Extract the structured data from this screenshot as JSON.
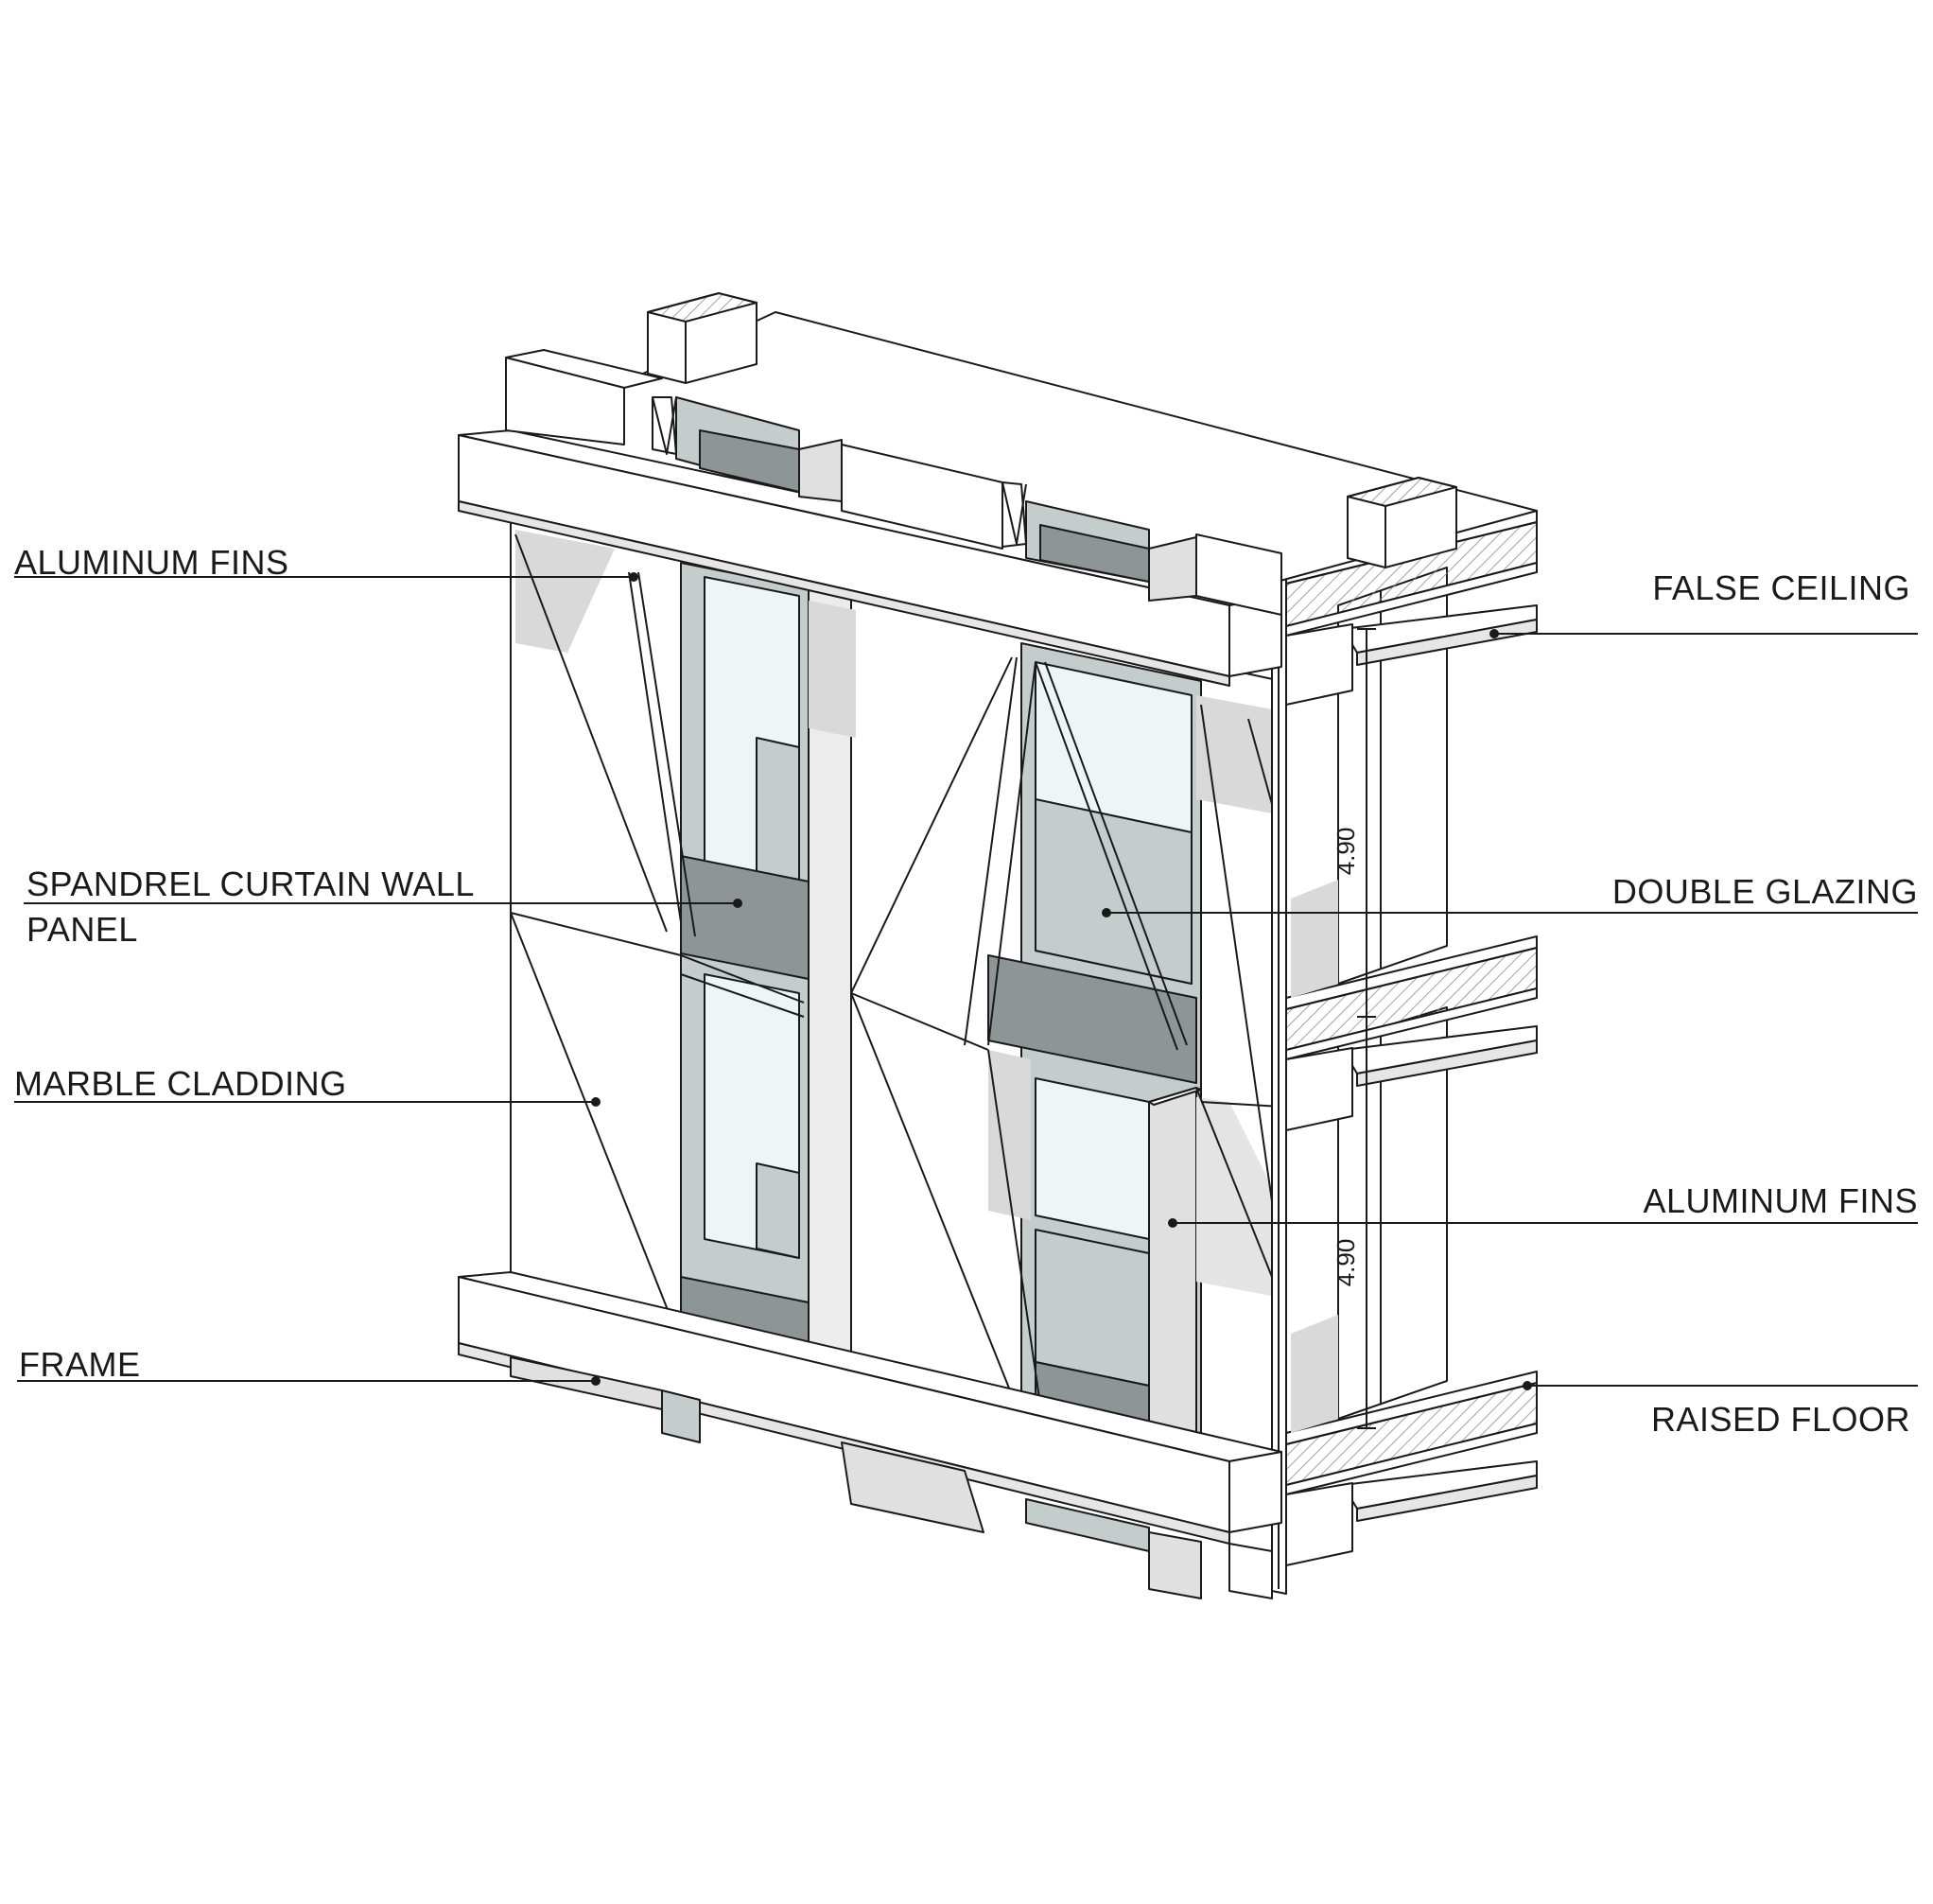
{
  "labels": {
    "aluminum_fins_left": "ALUMINUM FINS",
    "spandrel_line1": "SPANDREL CURTAIN WALL",
    "spandrel_line2": "PANEL",
    "marble_cladding": "MARBLE CLADDING",
    "frame": "FRAME",
    "false_ceiling": "FALSE CEILING",
    "double_glazing": "DOUBLE GLAZING",
    "aluminum_fins_right": "ALUMINUM FINS",
    "raised_floor": "RAISED FLOOR"
  },
  "dimensions": {
    "floor_height_upper": "4.90",
    "floor_height_lower": "4.90"
  },
  "colors": {
    "line": "#1a1a1a",
    "glass": "#c5cccc",
    "glass_dark": "#8e9597",
    "glass_light": "#eef5f7",
    "shadow": "#d9d9d9",
    "hatch": "#9a9a9a"
  }
}
